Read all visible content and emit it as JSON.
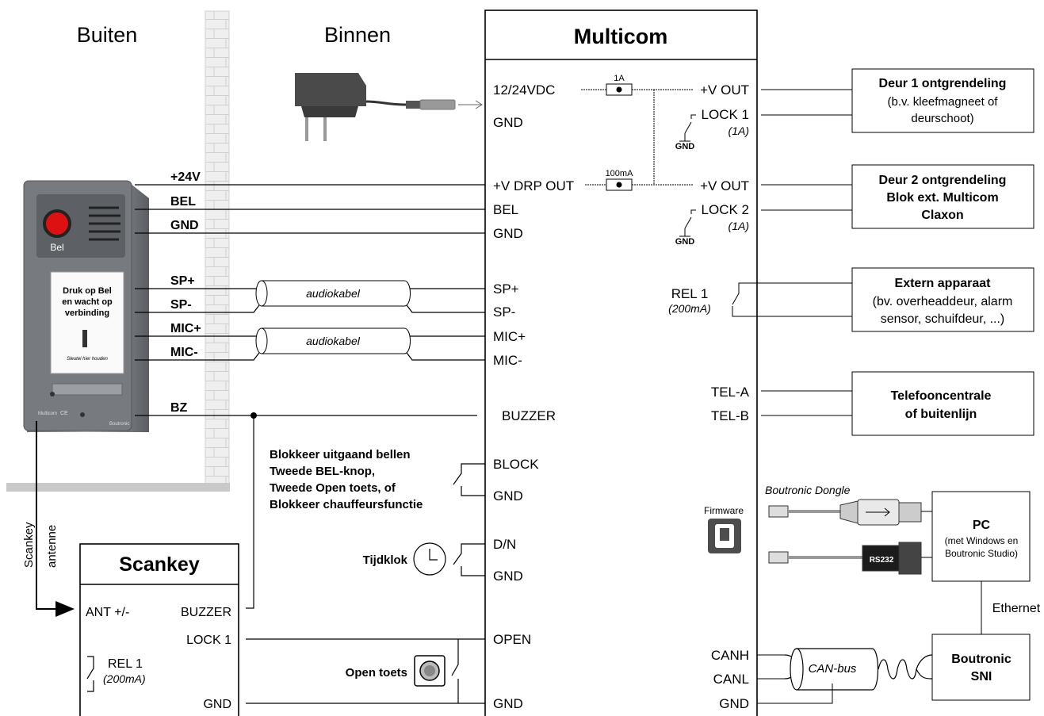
{
  "headings": {
    "outside": "Buiten",
    "inside": "Binnen"
  },
  "multicom": {
    "title": "Multicom",
    "left_terminals": {
      "power": "12/24VDC",
      "gnd1": "GND",
      "vdrp": "+V DRP OUT",
      "bel": "BEL",
      "gnd2": "GND",
      "sp_plus": "SP+",
      "sp_minus": "SP-",
      "mic_plus": "MIC+",
      "mic_minus": "MIC-",
      "buzzer": "BUZZER",
      "block": "BLOCK",
      "gnd3": "GND",
      "dn": "D/N",
      "gnd4": "GND",
      "open": "OPEN",
      "gnd5": "GND"
    },
    "right_terminals": {
      "vout1": "+V OUT",
      "lock1": "LOCK 1",
      "lock1_rating": "(1A)",
      "gnd_lock1": "GND",
      "vout2": "+V OUT",
      "lock2": "LOCK 2",
      "lock2_rating": "(1A)",
      "gnd_lock2": "GND",
      "rel1": "REL 1",
      "rel1_rating": "(200mA)",
      "tel_a": "TEL-A",
      "tel_b": "TEL-B",
      "canh": "CANH",
      "canl": "CANL",
      "gnd_can": "GND"
    },
    "fuse1": "1A",
    "fuse2": "100mA",
    "firmware": "Firmware"
  },
  "doorpanel": {
    "wires": {
      "v24": "+24V",
      "bel": "BEL",
      "gnd": "GND",
      "sp_plus": "SP+",
      "sp_minus": "SP-",
      "mic_plus": "MIC+",
      "mic_minus": "MIC-",
      "bz": "BZ"
    },
    "bell_label": "Bel",
    "card_line1": "Druk op Bel",
    "card_line2": "en wacht op",
    "card_line3": "verbinding",
    "card_small": "Sleutel hier houden",
    "brand_left": "Multicom",
    "brand_right": "Boutronic",
    "ce": "CE"
  },
  "cables": {
    "audio1": "audiokabel",
    "audio2": "audiokabel",
    "canbus": "CAN-bus"
  },
  "scankey": {
    "title": "Scankey",
    "antenna_label1": "Scankey",
    "antenna_label2": "antenne",
    "ant": "ANT +/-",
    "buzzer": "BUZZER",
    "lock1": "LOCK 1",
    "rel1": "REL 1",
    "rel1_rating": "(200mA)",
    "gnd": "GND"
  },
  "notes": {
    "block_line1": "Blokkeer uitgaand bellen",
    "block_line2": "Tweede BEL-knop,",
    "block_line3": "Tweede Open toets, of",
    "block_line4": "Blokkeer chauffeursfunctie",
    "timer": "Tijdklok",
    "open_button": "Open toets"
  },
  "boxes": {
    "door1_title": "Deur 1 ontgrendeling",
    "door1_sub1": "(b.v. kleefmagneet of",
    "door1_sub2": "deurschoot)",
    "door2_line1": "Deur 2 ontgrendeling",
    "door2_line2": "Blok ext. Multicom",
    "door2_line3": "Claxon",
    "ext_title": "Extern apparaat",
    "ext_sub1": "(bv. overheaddeur, alarm",
    "ext_sub2": "sensor, schuifdeur, ...)",
    "tel_line1": "Telefooncentrale",
    "tel_line2": "of buitenlijn",
    "pc_title": "PC",
    "pc_sub1": "(met Windows en",
    "pc_sub2": "Boutronic Studio)",
    "sni_line1": "Boutronic",
    "sni_line2": "SNI"
  },
  "pc_link": {
    "dongle": "Boutronic Dongle",
    "rs232": "RS232",
    "ethernet": "Ethernet"
  }
}
